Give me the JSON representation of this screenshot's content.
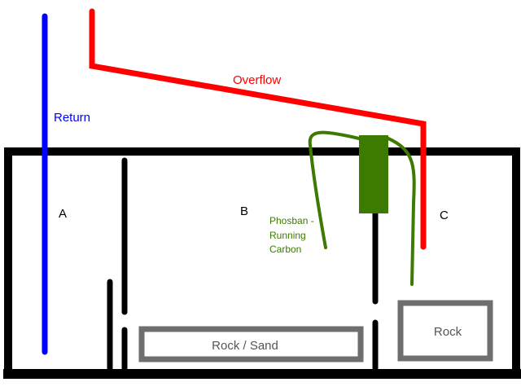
{
  "colors": {
    "background": "#ffffff",
    "sump": "#000000",
    "return_line": "#0000ff",
    "overflow_line": "#ff0000",
    "reactor": "#3d7a00",
    "rock_box": "#6e6e6e",
    "rock_text": "#555555"
  },
  "labels": {
    "return": "Return",
    "overflow": "Overflow",
    "chamber_a": "A",
    "chamber_b": "B",
    "chamber_c": "C",
    "reactor_line1": "Phosban -",
    "reactor_line2": "Running",
    "reactor_line3": "Carbon",
    "rock_sand": "Rock / Sand",
    "rock": "Rock"
  }
}
